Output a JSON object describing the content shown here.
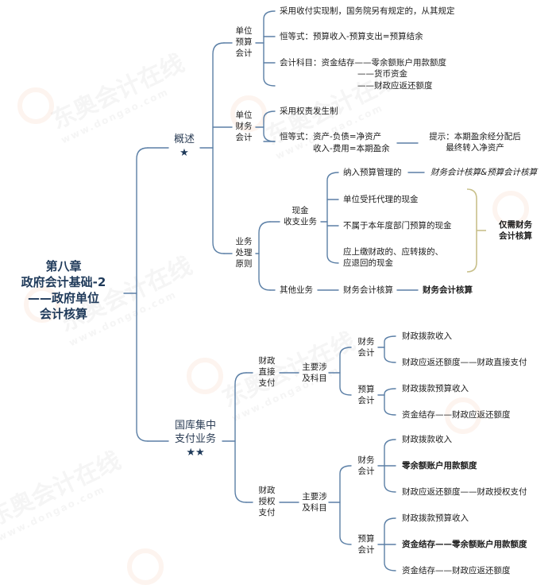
{
  "root": {
    "lines": [
      "第八章",
      "政府会计基础-2",
      "——政府单位",
      "会计核算"
    ]
  },
  "branch1": {
    "label": "概述",
    "stars": "★",
    "budget": {
      "label": [
        "单位",
        "预算",
        "会计"
      ],
      "items": [
        "采用收付实现制，国务院另有规定的，从其规定",
        "恒等式：预算收入-预算支出=预算结余",
        "会计科目：资金结存——零余额账户用款额度",
        "——货币资金",
        "——财政应返还额度"
      ]
    },
    "financial": {
      "label": [
        "单位",
        "财务",
        "会计"
      ],
      "items": [
        "采用权责发生制",
        "恒等式：资产-负债=净资产",
        "收入-费用=本期盈余"
      ],
      "tip": [
        "提示：本期盈余经分配后",
        "最终转入净资产"
      ]
    },
    "business": {
      "label": [
        "业务",
        "处理",
        "原则"
      ],
      "cash": {
        "label": [
          "现金",
          "收支业务"
        ],
        "items": [
          {
            "text": "纳入预算管理的",
            "note": "财务会计核算&预算会计核算"
          },
          {
            "text": "单位受托代理的现金"
          },
          {
            "text": "不属于本年度部门预算的现金"
          },
          {
            "text": [
              "应上缴财政的、应转拨的、",
              "应退回的现金"
            ]
          }
        ],
        "bracket_note": [
          "仅需财务",
          "会计核算"
        ]
      },
      "other": {
        "label": "其他业务",
        "mid": "财务会计核算",
        "result": "财务会计核算"
      }
    }
  },
  "branch2": {
    "label": [
      "国库集中",
      "支付业务"
    ],
    "stars": "★★",
    "direct": {
      "label": [
        "财政",
        "直接",
        "支付"
      ],
      "subjects": [
        "主要涉",
        "及科目"
      ],
      "finance": {
        "label": [
          "财务",
          "会计"
        ],
        "items": [
          "财政拨款收入",
          "财政应返还额度——财政直接支付"
        ]
      },
      "budget": {
        "label": [
          "预算",
          "会计"
        ],
        "items": [
          "财政拨款预算收入",
          "资金结存——财政应返还额度"
        ]
      }
    },
    "authorized": {
      "label": [
        "财政",
        "授权",
        "支付"
      ],
      "subjects": [
        "主要涉",
        "及科目"
      ],
      "finance": {
        "label": [
          "财务",
          "会计"
        ],
        "items": [
          "财政拨款收入",
          "零余额账户用款额度",
          "财政应返还额度——财政授权支付"
        ]
      },
      "budget": {
        "label": [
          "预算",
          "会计"
        ],
        "items": [
          "财政拨款预算收入",
          "资金结存——零余额账户用款额度",
          "资金结存——财政应返还额度"
        ]
      }
    }
  },
  "watermark": {
    "brand": "东奥会计在线",
    "url": "www.dongao.com"
  },
  "colors": {
    "line": "#5b7fa6",
    "bracket": "#c8c08a",
    "root": "#1f3a5a"
  }
}
